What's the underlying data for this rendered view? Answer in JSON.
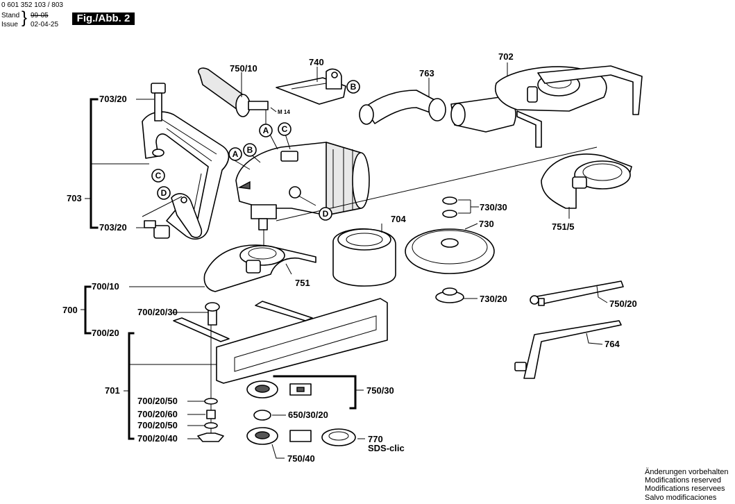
{
  "header": {
    "doc_number": "0 601 352 103 / 803",
    "stand_label": "Stand",
    "stand_value": "99-05",
    "issue_label": "Issue",
    "issue_value": "02-04-25",
    "figure_label": "Fig./Abb. 2"
  },
  "parts": {
    "p703_20_top": "703/20",
    "p703": "703",
    "p703_20_bottom": "703/20",
    "p750_10": "750/10",
    "m14": "M 14",
    "p740": "740",
    "p763": "763",
    "p702": "702",
    "p704": "704",
    "p730_30": "730/30",
    "p730": "730",
    "p751_5": "751/5",
    "p751": "751",
    "p700_10": "700/10",
    "p700": "700",
    "p700_20_30": "700/20/30",
    "p700_20": "700/20",
    "p701": "701",
    "p700_20_50_a": "700/20/50",
    "p700_20_60": "700/20/60",
    "p700_20_50_b": "700/20/50",
    "p700_20_40": "700/20/40",
    "p730_20": "730/20",
    "p750_20": "750/20",
    "p764": "764",
    "p750_30": "750/30",
    "p650_30_20": "650/30/20",
    "p770": "770",
    "sds_clic": "SDS-clic",
    "p750_40": "750/40"
  },
  "markers": {
    "a1": "A",
    "c1": "C",
    "a2": "A",
    "b2": "B",
    "b1": "B",
    "c2": "C",
    "d1": "D",
    "d2": "D"
  },
  "notes": {
    "de": "Änderungen vorbehalten",
    "en": "Modifications reserved",
    "fr": "Modifications reservees",
    "es": "Salvo modificaciones"
  }
}
